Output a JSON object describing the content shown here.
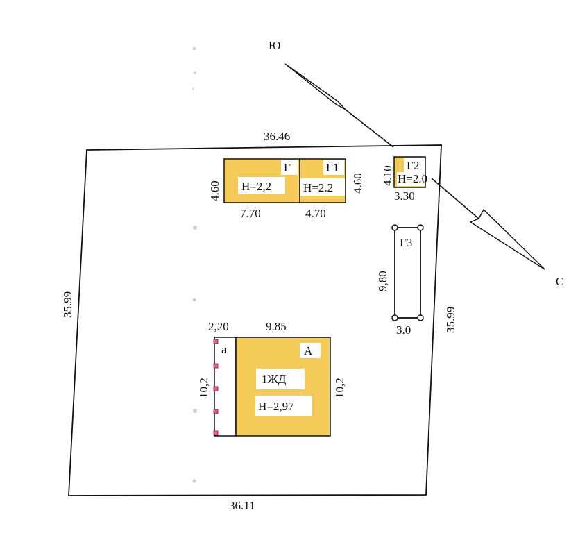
{
  "compass": {
    "south_label": "Ю",
    "north_label": "С"
  },
  "parcel": {
    "top_length": "36.46",
    "bottom_length": "36.11",
    "left_length": "35.99",
    "right_length": "35.99"
  },
  "buildings": {
    "g": {
      "label": "Г",
      "height": "H=2,2",
      "width": "7.70",
      "depth": "4.60"
    },
    "g1": {
      "label": "Г1",
      "height": "H=2.2",
      "width": "4.70",
      "depth": "4.60"
    },
    "g2": {
      "label": "Г2",
      "height": "H=2.0",
      "width": "3.30",
      "depth": "4.10"
    },
    "g3": {
      "label": "Г3",
      "width": "3.0",
      "depth": "9,80"
    },
    "a": {
      "label": "А",
      "usage": "1ЖД",
      "height": "H=2,97",
      "width": "9.85",
      "depth_left": "10,2",
      "depth_right": "10,2"
    },
    "a_annex": {
      "label": "а",
      "width": "2,20"
    }
  },
  "colors": {
    "building_fill": "#f5cc5a",
    "outline": "#111111",
    "annex_marker": "#e0607e"
  }
}
